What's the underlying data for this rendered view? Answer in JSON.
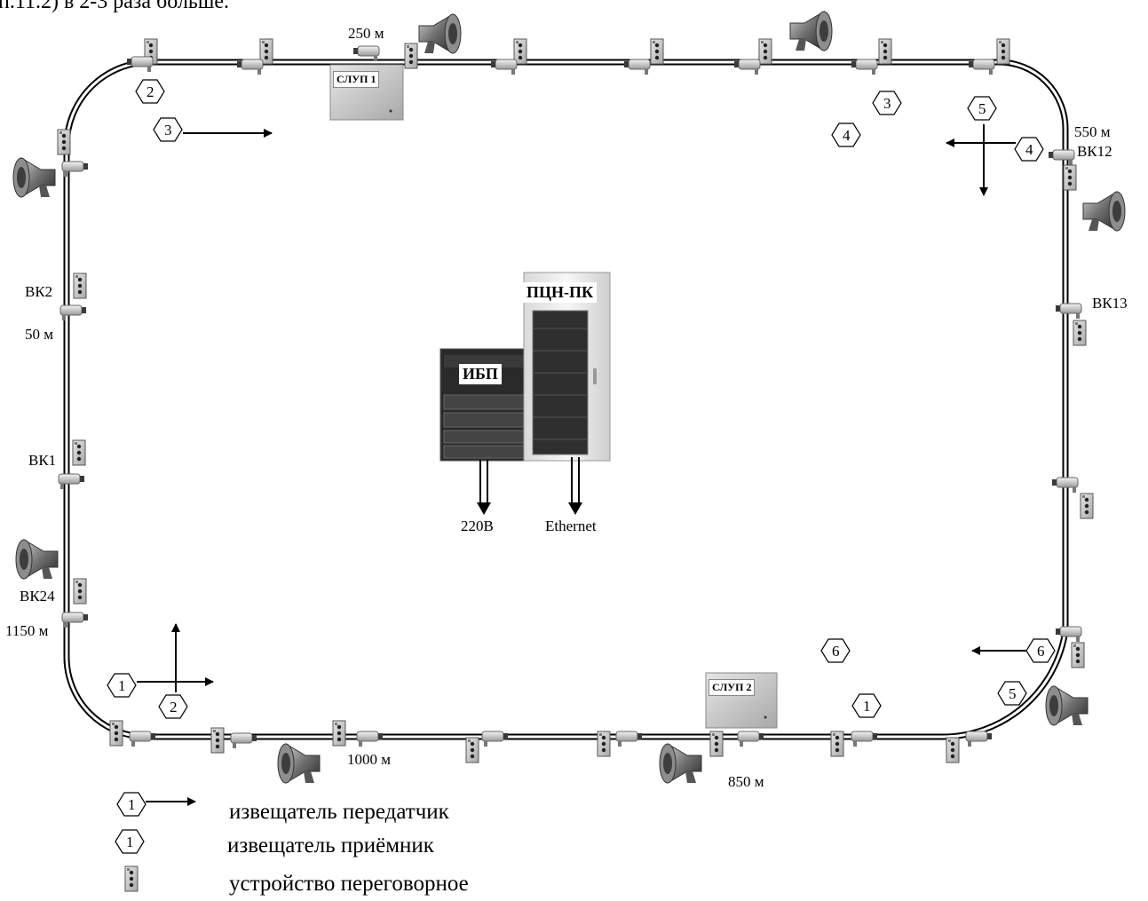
{
  "header_fragment": "п.11.2) в 2-3 раза больше.",
  "distance_labels": {
    "d250": "250 м",
    "d550": "550 м",
    "d50": "50 м",
    "d1150": "1150 м",
    "d1000": "1000 м",
    "d850": "850 м"
  },
  "camera_labels": {
    "vk12": "ВК12",
    "vk13": "ВК13",
    "vk2": "ВК2",
    "vk1": "ВК1",
    "vk24": "ВК24"
  },
  "equipment": {
    "slup1": "СЛУП 1",
    "slup2": "СЛУП 2",
    "pcn": "ПЦН-ПК",
    "ibp": "ИБП",
    "power": "220В",
    "ethernet": "Ethernet"
  },
  "detector_numbers": [
    "1",
    "2",
    "3",
    "4",
    "5",
    "6"
  ],
  "legend": {
    "transmitter": "извещатель передатчик",
    "receiver": "извещатель приёмник",
    "intercom": "устройство переговорное",
    "marker_number": "1"
  }
}
